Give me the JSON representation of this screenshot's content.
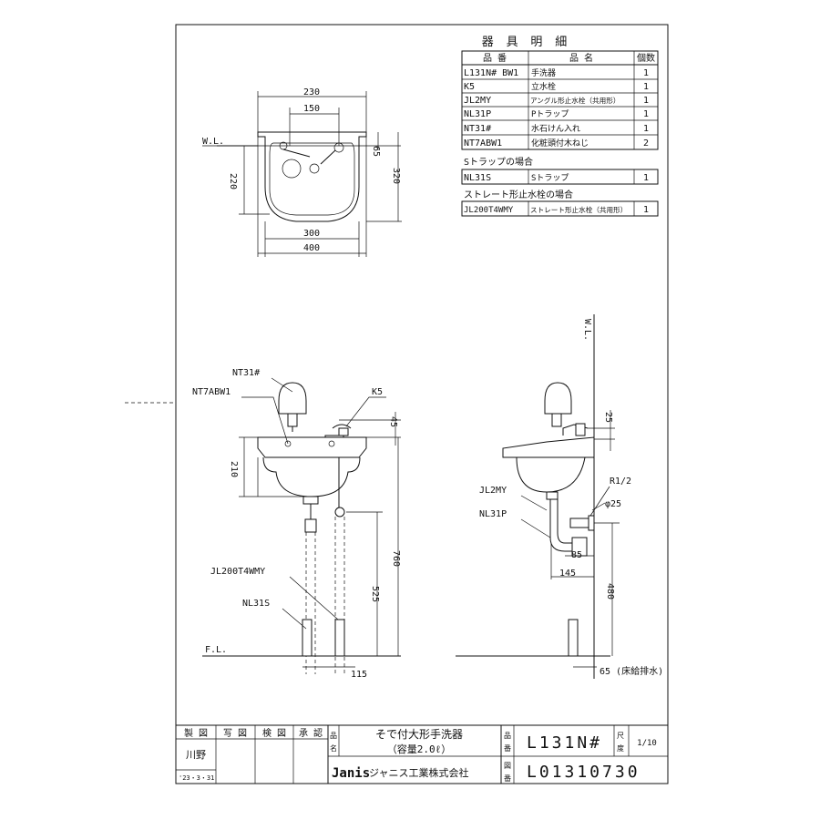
{
  "parts_table": {
    "title": "器 具 明 細",
    "headers": [
      "品 番",
      "品 名",
      "個数"
    ],
    "rows": [
      [
        "L131N# BW1",
        "手洗器",
        "1"
      ],
      [
        "K5",
        "立水栓",
        "1"
      ],
      [
        "JL2MY",
        "アングル形止水栓（共用形）",
        "1"
      ],
      [
        "NL31P",
        "Pトラップ",
        "1"
      ],
      [
        "NT31#",
        "水石けん入れ",
        "1"
      ],
      [
        "NT7ABW1",
        "化粧頭付木ねじ",
        "2"
      ]
    ],
    "strap_heading": "Sトラップの場合",
    "strap_row": [
      "NL31S",
      "Sトラップ",
      "1"
    ],
    "straight_heading": "ストレート形止水栓の場合",
    "straight_row": [
      "JL200T4WMY",
      "ストレート形止水栓（共用形）",
      "1"
    ]
  },
  "top_view": {
    "wl": "W.L.",
    "dims": {
      "d230": "230",
      "d150": "150",
      "d65": "65",
      "d220": "220",
      "d320": "320",
      "d300": "300",
      "d400": "400"
    }
  },
  "front_view": {
    "labels": {
      "nt31": "NT31#",
      "nt7": "NT7ABW1",
      "k5": "K5",
      "jl200": "JL200T4WMY",
      "nl31s": "NL31S",
      "fl": "F.L."
    },
    "dims": {
      "d45": "45",
      "d210": "210",
      "d760": "760",
      "d525": "525",
      "d115": "115"
    }
  },
  "side_view": {
    "labels": {
      "wl": "W.L.",
      "jl2my": "JL2MY",
      "nl31p": "NL31P",
      "r": "R1/2",
      "phi": "φ25",
      "floor_note": "65 (床給排水)"
    },
    "dims": {
      "d25": "25",
      "d85": "85",
      "d145": "145",
      "d480": "480"
    }
  },
  "title_block": {
    "cols": [
      "製 図",
      "写 図",
      "検 図",
      "承 認"
    ],
    "drafter": "川野",
    "date": "'23・3・31",
    "name_label": "品名",
    "product_name": "そで付大形手洗器",
    "capacity": "（容量2.0ℓ）",
    "number_label": "品番",
    "product_number": "L131N#",
    "scale_label": "尺度",
    "scale": "1/10",
    "drawing_label": "図番",
    "drawing_number": "L01310730",
    "company_logo": "Janis",
    "company": "ジャニス工業株式会社"
  }
}
